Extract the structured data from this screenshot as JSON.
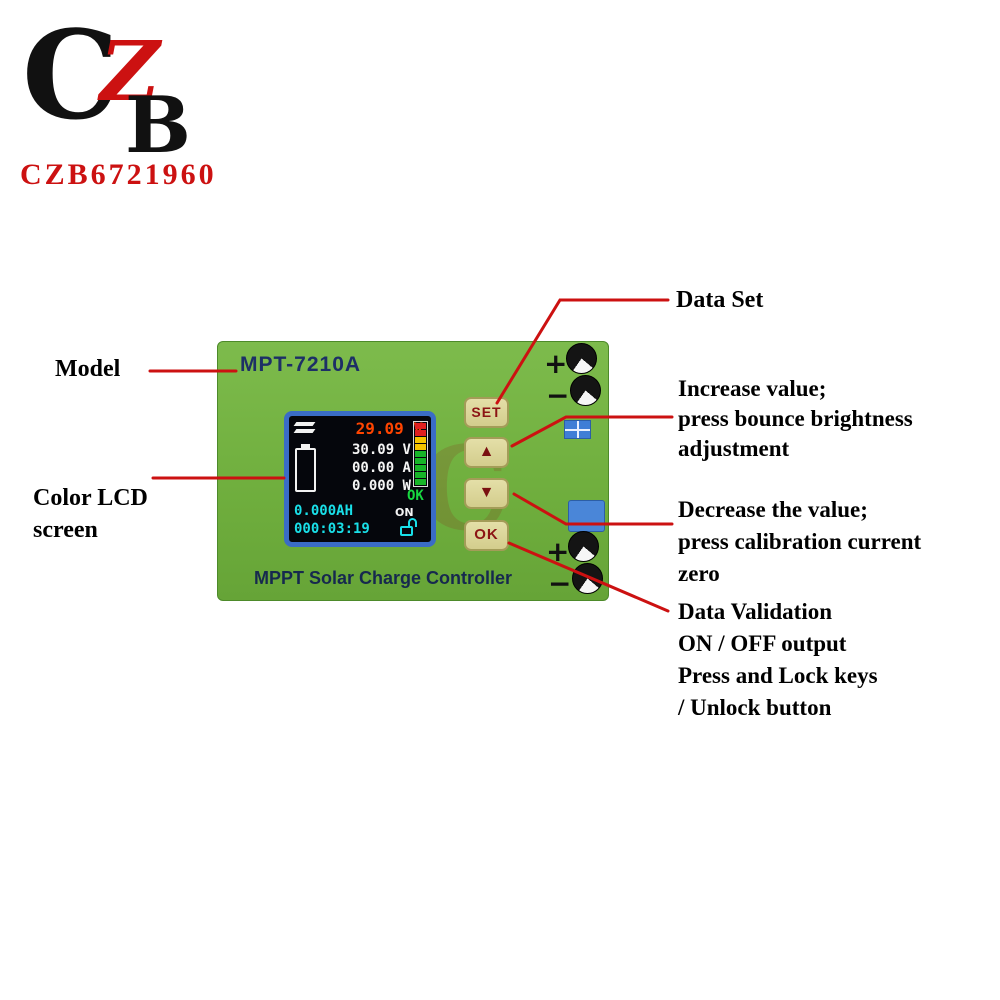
{
  "logo": {
    "c": "C",
    "z": "Z",
    "b": "B",
    "id": "CZB6721960"
  },
  "board": {
    "model": "MPT-7210A",
    "title": "MPPT Solar Charge Controller",
    "plus": "+",
    "minus": "−"
  },
  "buttons": {
    "set": "SET",
    "up": "▲",
    "down": "▼",
    "ok": "OK"
  },
  "lcd": {
    "pv_voltage": "29.09 V",
    "battery_voltage": "30.09 V",
    "current": "00.00 A",
    "power": "0.000 W",
    "status": "OK",
    "amp_hours": "0.000AH",
    "time": "000:03:19",
    "output": "ON",
    "meter_segments": [
      "#e02020",
      "#e02020",
      "#f5c400",
      "#f5c400",
      "#17b528",
      "#17b528",
      "#17b528",
      "#17b528",
      "#17b528"
    ]
  },
  "callouts": {
    "model": "Model",
    "lcd_lines": [
      "Color LCD",
      "screen"
    ],
    "set": "Data Set",
    "up_lines": [
      "Increase value;",
      "press bounce brightness",
      "adjustment"
    ],
    "down_lines": [
      "Decrease the value;",
      "press calibration current",
      "zero"
    ],
    "ok_lines": [
      "Data Validation",
      "ON / OFF output",
      "Press and Lock keys",
      "/ Unlock button"
    ]
  },
  "colors": {
    "board_green": "#70af3e",
    "lcd_border_blue": "#3a6cc6",
    "callout_red": "#cc1111",
    "accent_red": "#cc1111"
  }
}
